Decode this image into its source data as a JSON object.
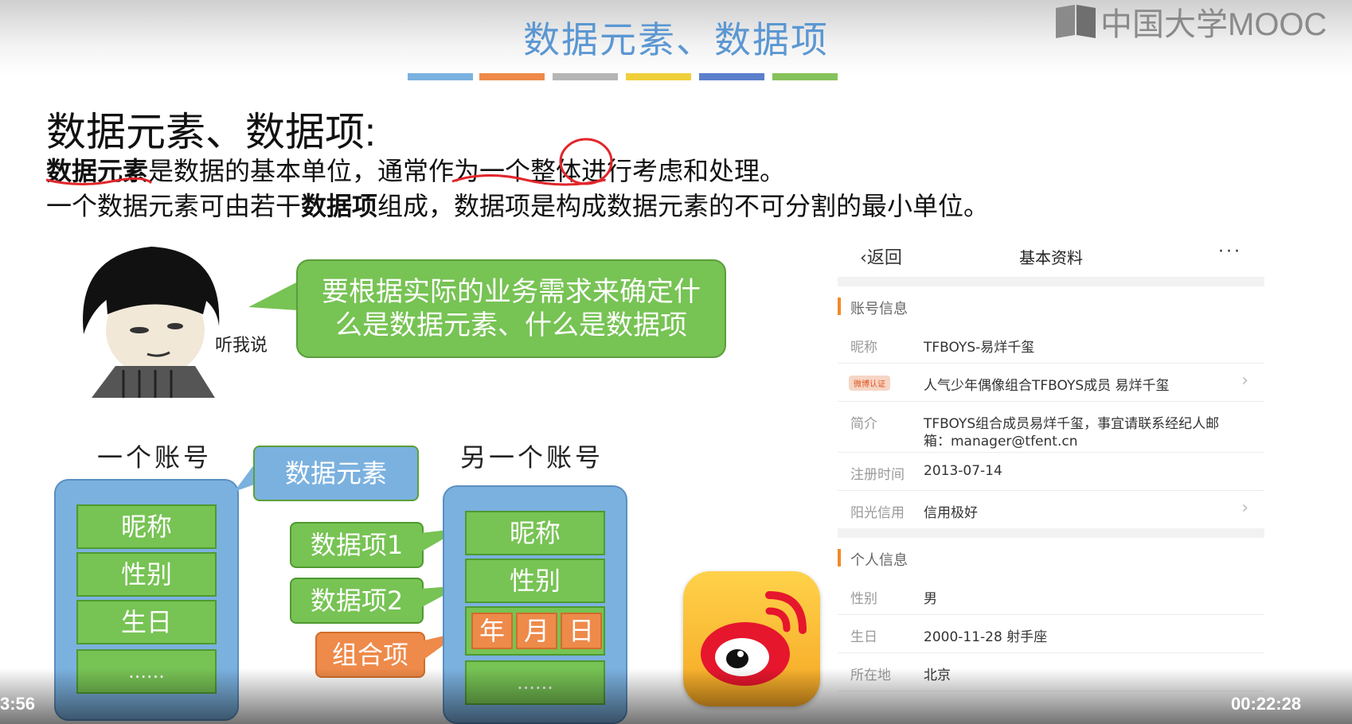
{
  "slide": {
    "title": "数据元素、数据项",
    "stripe_colors": [
      "#7bb1df",
      "#ee8a4a",
      "#b5b5b5",
      "#f0cf3a",
      "#5b7fcb",
      "#86c25b"
    ],
    "logo_text": "中国大学MOOC",
    "heading": "数据元素、数据项:",
    "line1_bold": "数据元素",
    "line1_rest": "是数据的基本单位，通常作为一个整体进行考虑和处理。",
    "line2_a": "一个数据元素可由若干",
    "line2_bold": "数据项",
    "line2_b": "组成，数据项是构成数据元素的不可分割的最小单位。",
    "bubble_line1": "要根据实际的业务需求来确定什",
    "bubble_line2": "么是数据元素、什么是数据项",
    "listen_label": "听我说"
  },
  "diagram": {
    "account1_label": "一个账号",
    "account2_label": "另一个账号",
    "account1_items": [
      "昵称",
      "性别",
      "生日",
      "......"
    ],
    "account2_items": [
      "昵称",
      "性别",
      "......"
    ],
    "date_parts": [
      "年",
      "月",
      "日"
    ],
    "callout_element": "数据元素",
    "callout_item1": "数据项1",
    "callout_item2": "数据项2",
    "callout_combo": "组合项"
  },
  "profile": {
    "back_label": "返回",
    "title": "基本资料",
    "more_label": "···",
    "section_account": "账号信息",
    "section_personal": "个人信息",
    "nickname_key": "昵称",
    "nickname_value": "TFBOYS-易烊千玺",
    "verify_badge": "微博认证",
    "verify_value": "人气少年偶像组合TFBOYS成员 易烊千玺",
    "intro_key": "简介",
    "intro_value_line1": "TFBOYS组合成员易烊千玺，事宜请联系经纪人邮",
    "intro_value_line2": "箱：manager@tfent.cn",
    "register_key": "注册时间",
    "register_value": "2013-07-14",
    "credit_key": "阳光信用",
    "credit_value": "信用极好",
    "gender_key": "性别",
    "gender_value": "男",
    "birthday_key": "生日",
    "birthday_value": "2000-11-28 射手座",
    "location_key": "所在地",
    "location_value": "北京"
  },
  "player": {
    "elapsed": "3:56",
    "duration": "00:22:28"
  }
}
